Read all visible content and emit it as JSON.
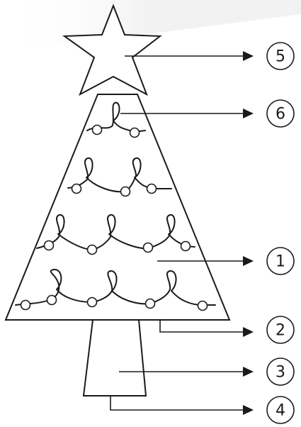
{
  "diagram": {
    "callouts": [
      {
        "id": "star",
        "number": "5"
      },
      {
        "id": "lights",
        "number": "6"
      },
      {
        "id": "tree-body",
        "number": "1"
      },
      {
        "id": "tree-base-edge",
        "number": "2"
      },
      {
        "id": "trunk",
        "number": "3"
      },
      {
        "id": "trunk-base",
        "number": "4"
      }
    ]
  },
  "colors": {
    "line": "#1a1a1a",
    "fill": "#ffffff"
  }
}
